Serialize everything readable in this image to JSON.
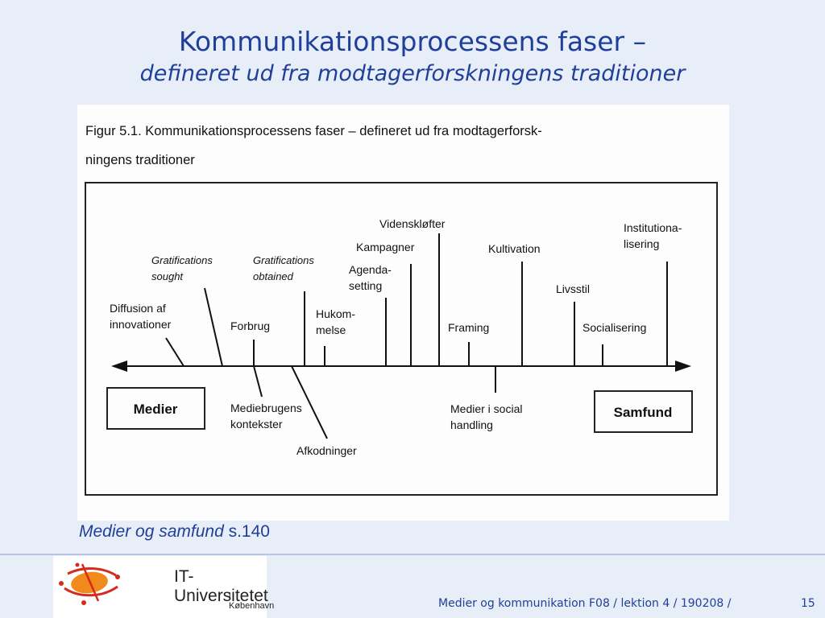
{
  "title": {
    "line1": "Kommunikationsprocessens faser –",
    "line2": "defineret ud fra modtagerforskningens traditioner"
  },
  "figure": {
    "caption_line1": "Figur 5.1. Kommunikationsprocessens faser – defineret ud fra modtagerforsk-",
    "caption_line2": "ningens traditioner",
    "box_left": "Medier",
    "box_right": "Samfund",
    "labels": {
      "diffusion_1": "Diffusion af",
      "diffusion_2": "innovationer",
      "gs_1": "Gratifications",
      "gs_2": "sought",
      "go_1": "Gratifications",
      "go_2": "obtained",
      "forbrug": "Forbrug",
      "hukom_1": "Hukom-",
      "hukom_2": "melse",
      "agenda_1": "Agenda-",
      "agenda_2": "setting",
      "kampagner": "Kampagner",
      "videnskloefter": "Videnskløfter",
      "framing": "Framing",
      "kultivation": "Kultivation",
      "livsstil": "Livsstil",
      "socialisering": "Socialisering",
      "inst_1": "Institutiona-",
      "inst_2": "lisering",
      "mediebrug_1": "Mediebrugens",
      "mediebrug_2": "kontekster",
      "afkodninger": "Afkodninger",
      "social_1": "Medier i social",
      "social_2": "handling"
    }
  },
  "caption": {
    "italic": "Medier og samfund",
    "rest": " s.140"
  },
  "logo": {
    "name": "IT-Universitetet",
    "sub": "i København"
  },
  "footer": {
    "text": "Medier og kommunikation F08 / lektion 4 / 190208 /",
    "page": "15"
  },
  "colors": {
    "title": "#1f3f9a",
    "background": "#e8eef7",
    "logo_orange": "#f08a1c",
    "logo_red": "#d62a1f"
  }
}
